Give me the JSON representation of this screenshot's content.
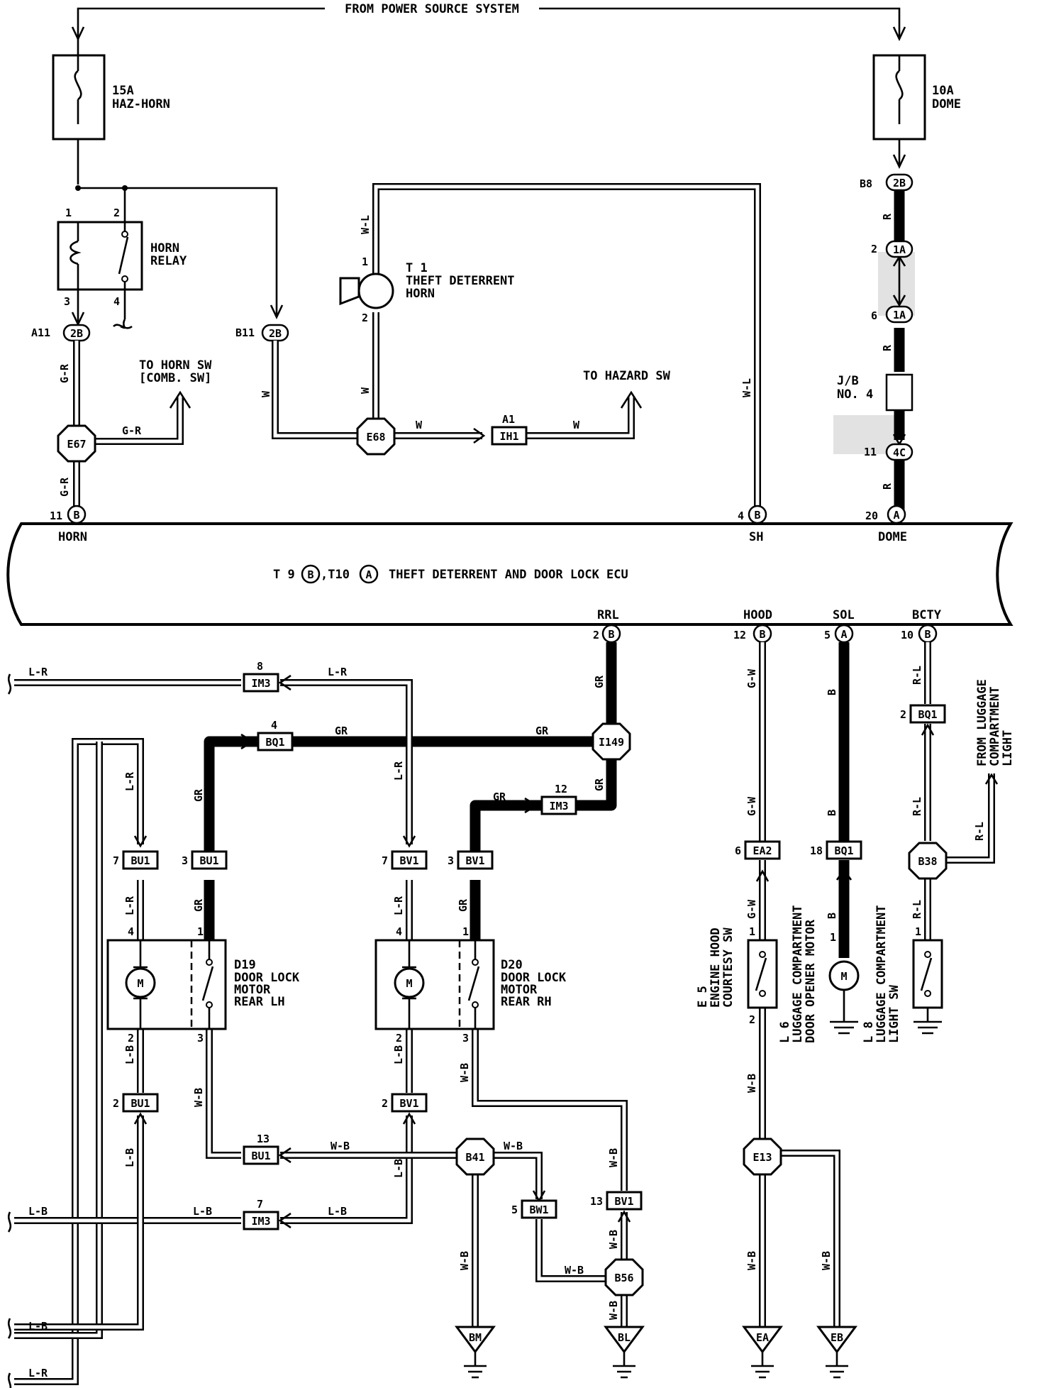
{
  "header": {
    "power_source": "FROM POWER SOURCE SYSTEM"
  },
  "fuses": {
    "haz_horn": {
      "amp": "15A",
      "name": "HAZ-HORN"
    },
    "dome": {
      "amp": "10A",
      "name": "DOME"
    }
  },
  "horn_relay": {
    "line1": "HORN",
    "line2": "RELAY",
    "pin1": "1",
    "pin2": "2",
    "pin3": "3",
    "pin4": "4"
  },
  "theft_horn": {
    "id": "T 1",
    "line1": "THEFT DETERRENT",
    "line2": "HORN",
    "pin1": "1",
    "pin2": "2"
  },
  "connectors": {
    "a11": "A11",
    "a11_code": "2B",
    "b11": "B11",
    "b11_code": "2B",
    "b8": "B8",
    "b8_code": "2B",
    "c2": "2",
    "c2_code": "1A",
    "c6": "6",
    "c6_code": "1A",
    "c11": "11",
    "c11_code": "4C",
    "jb_line1": "J/B",
    "jb_line2": "NO. 4",
    "ih1": "IH1",
    "ih1_pin": "A1"
  },
  "splices": {
    "e67": "E67",
    "e68": "E68",
    "i149": "I149",
    "b38": "B38",
    "b41": "B41",
    "b56": "B56",
    "e13": "E13"
  },
  "to_labels": {
    "horn_sw_1": "TO HORN SW",
    "horn_sw_2": "[COMB. SW]",
    "hazard_sw": "TO HAZARD SW",
    "lugg_1": "FROM LUGGAGE",
    "lugg_2": "COMPARTMENT",
    "lugg_3": "LIGHT"
  },
  "ecu": {
    "title_pre": "T 9",
    "title_b": "B",
    "title_mid": ",T10",
    "title_a": "A",
    "title_post": "THEFT DETERRENT AND DOOR LOCK ECU",
    "pins": {
      "horn": {
        "num": "11",
        "code": "B",
        "name": "HORN"
      },
      "sh": {
        "num": "4",
        "code": "B",
        "name": "SH"
      },
      "dome": {
        "num": "20",
        "code": "A",
        "name": "DOME"
      },
      "rrl": {
        "num": "2",
        "code": "B",
        "name": "RRL"
      },
      "hood": {
        "num": "12",
        "code": "B",
        "name": "HOOD"
      },
      "sol": {
        "num": "5",
        "code": "A",
        "name": "SOL"
      },
      "bcty": {
        "num": "10",
        "code": "B",
        "name": "BCTY"
      }
    }
  },
  "wires": {
    "gr": "GR",
    "r": "R",
    "w": "W",
    "wl": "W-L",
    "lr": "L-R",
    "lb": "L-B",
    "wb": "W-B",
    "gw": "G-W",
    "b": "B",
    "rl": "R-L",
    "g_r": "G-R"
  },
  "inline": {
    "im3_8": {
      "pin": "8",
      "code": "IM3"
    },
    "bq1_4": {
      "pin": "4",
      "code": "BQ1"
    },
    "im3_12": {
      "pin": "12",
      "code": "IM3"
    },
    "bu1_7": {
      "pin": "7",
      "code": "BU1"
    },
    "bu1_3": {
      "pin": "3",
      "code": "BU1"
    },
    "bv1_7": {
      "pin": "7",
      "code": "BV1"
    },
    "bv1_3": {
      "pin": "3",
      "code": "BV1"
    },
    "ea2_6": {
      "pin": "6",
      "code": "EA2"
    },
    "bq1_18": {
      "pin": "18",
      "code": "BQ1"
    },
    "bq1_2": {
      "pin": "2",
      "code": "BQ1"
    },
    "bu1_2": {
      "pin": "2",
      "code": "BU1"
    },
    "bv1_2": {
      "pin": "2",
      "code": "BV1"
    },
    "bu1_13": {
      "pin": "13",
      "code": "BU1"
    },
    "im3_7": {
      "pin": "7",
      "code": "IM3"
    },
    "bv1_13": {
      "pin": "13",
      "code": "BV1"
    },
    "bw1_5": {
      "pin": "5",
      "code": "BW1"
    }
  },
  "motors": {
    "d19": {
      "id": "D19",
      "l1": "DOOR LOCK",
      "l2": "MOTOR",
      "l3": "REAR LH",
      "p4": "4",
      "p1": "1",
      "p2": "2",
      "p3": "3"
    },
    "d20": {
      "id": "D20",
      "l1": "DOOR LOCK",
      "l2": "MOTOR",
      "l3": "REAR RH",
      "p4": "4",
      "p1": "1",
      "p2": "2",
      "p3": "3"
    }
  },
  "switches": {
    "e5": {
      "id": "E 5",
      "l1": "ENGINE HOOD",
      "l2": "COURTESY SW",
      "p1": "1",
      "p2": "2"
    },
    "l6": {
      "id": "L 6",
      "l1": "LUGGAGE COMPARTMENT",
      "l2": "DOOR OPENER MOTOR",
      "p1": "1"
    },
    "l8": {
      "id": "L 8",
      "l1": "LUGGAGE COMPARTMENT",
      "l2": "LIGHT SW",
      "p1": "1"
    }
  },
  "grounds": {
    "bm": "BM",
    "bl": "BL",
    "ea": "EA",
    "eb": "EB"
  },
  "motor_symbol": "M"
}
